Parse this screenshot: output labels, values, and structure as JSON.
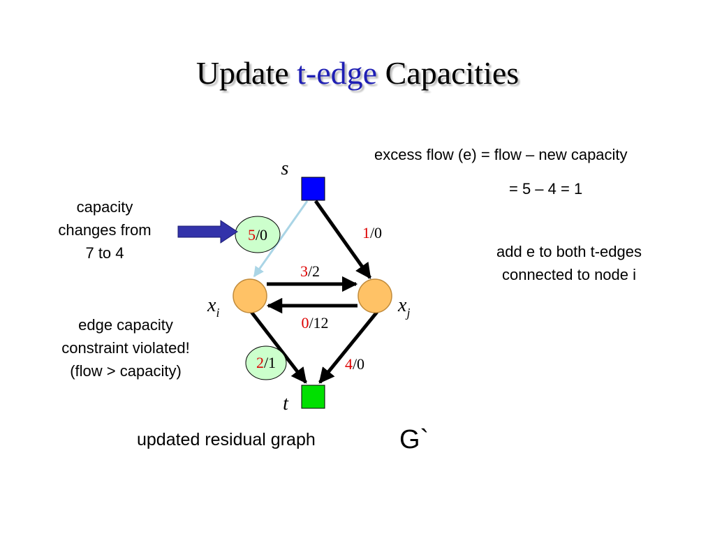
{
  "title": {
    "prefix": "Update",
    "highlight": "t-edge",
    "suffix": "Capacities"
  },
  "notes": {
    "excess_formula": "excess flow (e) = flow – new capacity",
    "excess_value": "= 5 – 4 = 1",
    "add_line1": "add e to both t-edges",
    "add_line2": "connected to node i",
    "capacity_line1": "capacity",
    "capacity_line2": "changes from",
    "capacity_line3": "7 to 4",
    "violation_line1": "edge capacity",
    "violation_line2": "constraint violated!",
    "violation_line3": "(flow > capacity)"
  },
  "graph": {
    "caption": "updated residual graph",
    "symbol": "G`",
    "nodes": {
      "s": "s",
      "t": "t",
      "xi_base": "x",
      "xi_sub": "i",
      "xj_base": "x",
      "xj_sub": "j"
    },
    "edges": {
      "s_xi": {
        "flow": "5",
        "rest": "/0"
      },
      "s_xj": {
        "flow": "1",
        "rest": "/0"
      },
      "xi_xj": {
        "flow": "3",
        "rest": "/2"
      },
      "xj_xi": {
        "flow": "0",
        "rest": "/12"
      },
      "xi_t": {
        "flow": "2",
        "rest": "/1"
      },
      "xj_t": {
        "flow": "4",
        "rest": "/0"
      }
    }
  },
  "colors": {
    "source_node": "#0000ff",
    "sink_node": "#00e000",
    "xnode_fill": "#ffc266",
    "label_bubble_fill": "#ccffcc",
    "flow_value": "#dd0000",
    "light_edge": "#aad5e6",
    "arrow_fill": "#3333aa",
    "title_accent": "#1f1fb4"
  }
}
